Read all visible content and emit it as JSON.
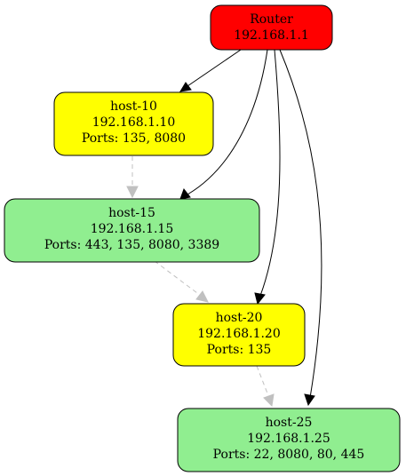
{
  "nodes": {
    "router": {
      "name": "Router",
      "ip": "192.168.1.1",
      "ports": "",
      "color": "#ff0000"
    },
    "host10": {
      "name": "host-10",
      "ip": "192.168.1.10",
      "ports": "Ports: 135, 8080",
      "color": "#ffff00"
    },
    "host15": {
      "name": "host-15",
      "ip": "192.168.1.15",
      "ports": "Ports: 443, 135, 8080, 3389",
      "color": "#90ee90"
    },
    "host20": {
      "name": "host-20",
      "ip": "192.168.1.20",
      "ports": "Ports: 135",
      "color": "#ffff00"
    },
    "host25": {
      "name": "host-25",
      "ip": "192.168.1.25",
      "ports": "Ports: 22, 8080, 80, 445",
      "color": "#90ee90"
    }
  },
  "edges": [
    {
      "from": "router",
      "to": "host10",
      "style": "solid"
    },
    {
      "from": "router",
      "to": "host15",
      "style": "solid"
    },
    {
      "from": "router",
      "to": "host20",
      "style": "solid"
    },
    {
      "from": "router",
      "to": "host25",
      "style": "solid"
    },
    {
      "from": "host10",
      "to": "host15",
      "style": "dashed"
    },
    {
      "from": "host15",
      "to": "host20",
      "style": "dashed"
    },
    {
      "from": "host20",
      "to": "host25",
      "style": "dashed"
    }
  ],
  "colors": {
    "solid_edge": "#000000",
    "dashed_edge": "#c0c0c0"
  }
}
